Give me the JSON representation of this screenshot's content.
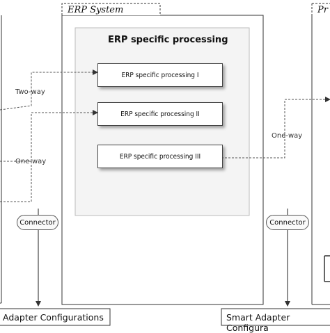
{
  "erp_system": {
    "title": "ERP System",
    "panel_title": "ERP specific processing",
    "processes": [
      "ERP specific processing I",
      "ERP specific processing II",
      "ERP specific processing III"
    ]
  },
  "right_system": {
    "title_fragment": "Pr"
  },
  "arrow_labels": {
    "two_way": "Two-way",
    "one_way_left": "One-way",
    "one_way_right": "One-way"
  },
  "connectors": {
    "left": "Connector",
    "right": "Connector"
  },
  "configs": {
    "left": "Adapter Configurations",
    "right": "Smart Adapter Configura"
  },
  "colors": {
    "panel_fill": "#f4f4f4",
    "line": "#333333"
  }
}
